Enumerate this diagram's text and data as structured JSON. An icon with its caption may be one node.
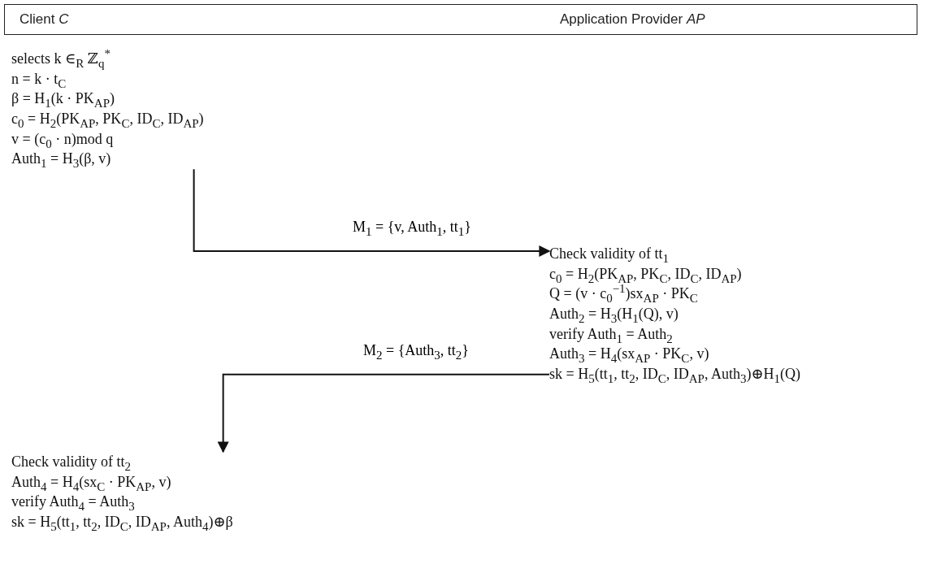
{
  "diagram": {
    "nodes": [
      {
        "text": [
          "Client *C*",
          "Application Provider *AP*"
        ]
      },
      {
        "text": [
          "selects k ∈$_{R}$ ℤ$_{q}$$^{*}$",
          "n = k · t$_{C}$",
          "β = H$_{1}$(k · PK$_{AP}$)",
          "c$_{0}$ = H$_{2}$(PK$_{AP}$, PK$_{C}$, ID$_{C}$, ID$_{AP}$)",
          "v = (c$_{0}$ · n)mod q",
          "Auth$_{1}$ = H$_{3}$(β, v)"
        ]
      },
      {
        "text": [
          "Check validity of tt$_{1}$",
          "c$_{0}$ = H$_{2}$(PK$_{AP}$, PK$_{C}$, ID$_{C}$, ID$_{AP}$)",
          "Q = (v · c$_{0}$$^{−1}$)sx$_{AP}$ · PK$_{C}$",
          "Auth$_{2}$ = H$_{3}$(H$_{1}$(Q), v)",
          "verify Auth$_{1}$ = Auth$_{2}$",
          "Auth$_{3}$ = H$_{4}$(sx$_{AP}$ · PK$_{C}$, v)",
          "sk = H$_{5}$(tt$_{1}$, tt$_{2}$, ID$_{C}$, ID$_{AP}$, Auth$_{3}$)⊕H$_{1}$(Q)"
        ]
      },
      {
        "text": [
          "Check validity of tt$_{2}$",
          "Auth$_{4}$ = H$_{4}$(sx$_{C}$ · PK$_{AP}$, v)",
          "verify Auth$_{4}$ = Auth$_{3}$",
          "sk = H$_{5}$(tt$_{1}$, tt$_{2}$, ID$_{C}$, ID$_{AP}$, Auth$_{4}$)⊕β"
        ]
      }
    ],
    "edges": [
      {
        "from": 1,
        "to": 2,
        "arrow": "to",
        "label": "M$_{1}$ = {v, Auth$_{1}$, tt$_{1}$}"
      },
      {
        "from": 2,
        "to": 3,
        "arrow": "to",
        "label": "M$_{2}$ = {Auth$_{3}$, tt$_{2}$}"
      }
    ]
  }
}
